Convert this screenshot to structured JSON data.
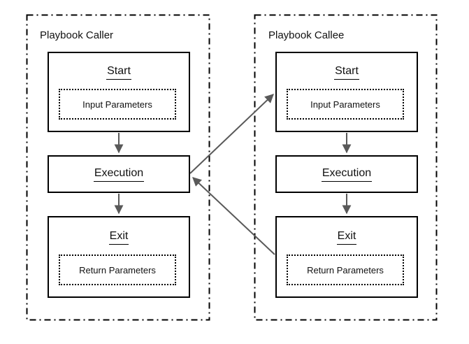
{
  "diagram": {
    "type": "flowchart",
    "background": "#ffffff",
    "caller": {
      "title": "Playbook Caller",
      "start": {
        "title": "Start",
        "param": "Input Parameters"
      },
      "execution": {
        "title": "Execution"
      },
      "exit": {
        "title": "Exit",
        "param": "Return Parameters"
      }
    },
    "callee": {
      "title": "Playbook Callee",
      "start": {
        "title": "Start",
        "param": "Input Parameters"
      },
      "execution": {
        "title": "Execution"
      },
      "exit": {
        "title": "Exit",
        "param": "Return Parameters"
      }
    },
    "edges": [
      {
        "from": "caller.start",
        "to": "caller.execution",
        "style": "solid-arrow"
      },
      {
        "from": "caller.execution",
        "to": "caller.exit",
        "style": "solid-arrow"
      },
      {
        "from": "callee.start",
        "to": "callee.execution",
        "style": "solid-arrow"
      },
      {
        "from": "callee.execution",
        "to": "callee.exit",
        "style": "solid-arrow"
      },
      {
        "from": "caller.execution",
        "to": "callee.start",
        "style": "solid-arrow",
        "meaning": "call"
      },
      {
        "from": "callee.exit",
        "to": "caller.execution",
        "style": "solid-arrow",
        "meaning": "return"
      }
    ],
    "colors": {
      "box_border": "#000000",
      "container_border": "#000000",
      "arrow": "#595959",
      "text": "#111111"
    }
  }
}
